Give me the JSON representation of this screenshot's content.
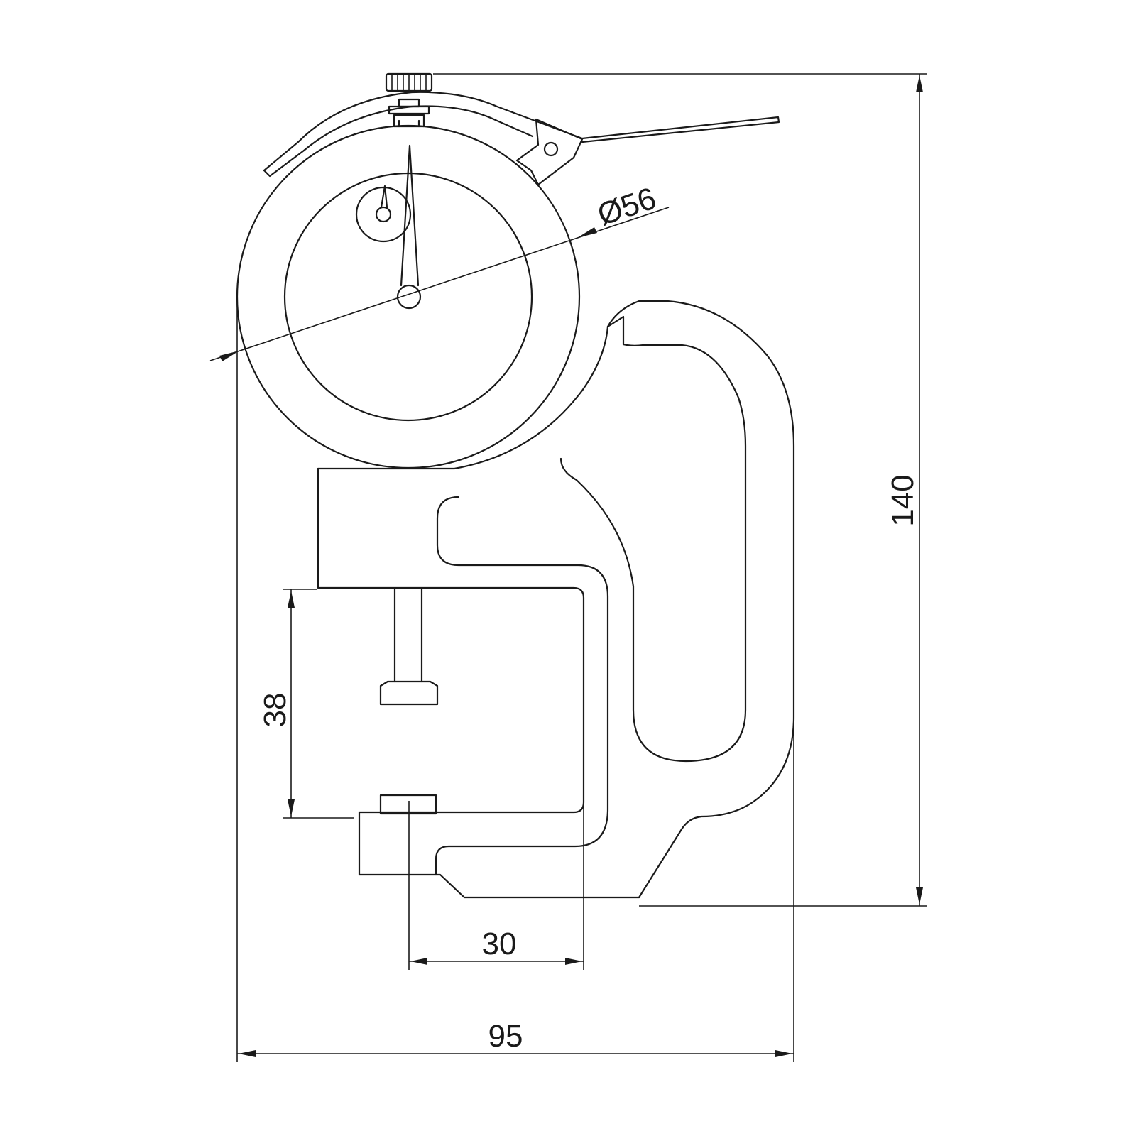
{
  "drawing": {
    "dimensions": {
      "dial_diameter": "Ø56",
      "total_height": "140",
      "total_width": "95",
      "throat_depth": "30",
      "measuring_range": "38"
    },
    "colors": {
      "line": "#1a1a1a",
      "background": "#ffffff"
    }
  }
}
